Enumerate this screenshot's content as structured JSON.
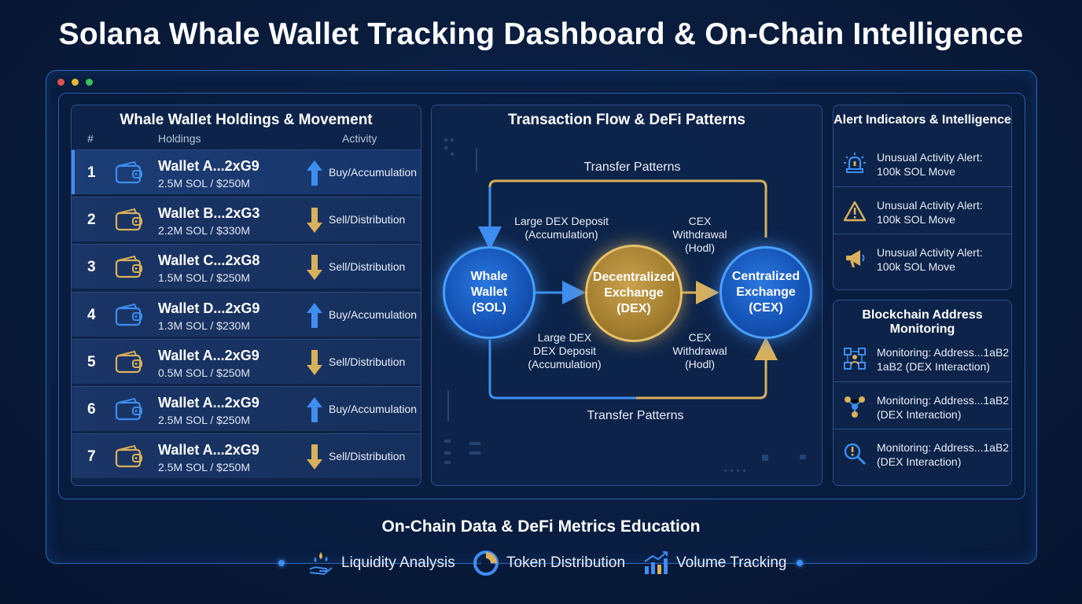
{
  "title": "Solana Whale Wallet Tracking Dashboard & On-Chain Intelligence",
  "colors": {
    "accent_blue": "#3e8ef0",
    "accent_gold": "#d9b15c",
    "window_dot_red": "#e0524e",
    "window_dot_yellow": "#e0b83a",
    "window_dot_green": "#36c25a"
  },
  "wallets": {
    "title": "Whale Wallet Holdings & Movement",
    "headers": {
      "rank": "#",
      "holdings": "Holdings",
      "activity": "Activity"
    },
    "rows": [
      {
        "rank": "1",
        "name": "Wallet A...2xG9",
        "amount": "2.5M SOL / $250M",
        "activity": "Buy/Accumulation",
        "direction": "up",
        "icon": "wallet-icon"
      },
      {
        "rank": "2",
        "name": "Wallet B...2xG3",
        "amount": "2.2M SOL / $330M",
        "activity": "Sell/Distribution",
        "direction": "down",
        "icon": "wallet-icon"
      },
      {
        "rank": "3",
        "name": "Wallet C...2xG8",
        "amount": "1.5M SOL / $250M",
        "activity": "Sell/Distribution",
        "direction": "down",
        "icon": "wallet-icon"
      },
      {
        "rank": "4",
        "name": "Wallet D...2xG9",
        "amount": "1.3M SOL / $230M",
        "activity": "Buy/Accumulation",
        "direction": "up",
        "icon": "wallet-icon"
      },
      {
        "rank": "5",
        "name": "Wallet A...2xG9",
        "amount": "0.5M SOL / $250M",
        "activity": "Sell/Distribution",
        "direction": "down",
        "icon": "wallet-icon"
      },
      {
        "rank": "6",
        "name": "Wallet A...2xG9",
        "amount": "2.5M SOL / $250M",
        "activity": "Buy/Accumulation",
        "direction": "up",
        "icon": "wallet-icon"
      },
      {
        "rank": "7",
        "name": "Wallet A...2xG9",
        "amount": "2.5M SOL / $250M",
        "activity": "Sell/Distribution",
        "direction": "down",
        "icon": "wallet-icon"
      }
    ]
  },
  "flow": {
    "title": "Transaction Flow & DeFi Patterns",
    "top_label": "Transfer Patterns",
    "bottom_label": "Transfer Patterns",
    "nodes": {
      "whale": [
        "Whale",
        "Wallet",
        "(SOL)"
      ],
      "dex": [
        "Decentralized",
        "Exchange",
        "(DEX)"
      ],
      "cex": [
        "Centralized",
        "Exchange",
        "(CEX)"
      ]
    },
    "labels": {
      "top_left": [
        "Large DEX Deposit",
        "(Accumulation)"
      ],
      "top_right": [
        "CEX",
        "Withdrawal",
        "(Hodl)"
      ],
      "bottom_left": [
        "Large DEX",
        "DEX Deposit",
        "(Accumulation)"
      ],
      "bottom_right": [
        "CEX",
        "Withdrawal",
        "(Hodl)"
      ]
    }
  },
  "alerts": {
    "title": "Alert Indicators & Intelligence",
    "items": [
      {
        "icon": "siren-icon",
        "line1": "Unusual Activity Alert:",
        "line2": "100k SOL Move"
      },
      {
        "icon": "warning-icon",
        "line1": "Unusual Activity Alert:",
        "line2": "100k SOL Move"
      },
      {
        "icon": "megaphone-icon",
        "line1": "Unusual Activity Alert:",
        "line2": "100k SOL Move"
      }
    ]
  },
  "monitoring": {
    "title": "Blockchain Address Monitoring",
    "items": [
      {
        "icon": "network-icon",
        "line1": "Monitoring: Address...1aB2",
        "line2": "1aB2 (DEX Interaction)"
      },
      {
        "icon": "nodes-icon",
        "line1": "Monitoring: Address...1aB2",
        "line2": "(DEX Interaction)"
      },
      {
        "icon": "search-alert-icon",
        "line1": "Monitoring: Address...1aB2",
        "line2": "(DEX Interaction)"
      }
    ]
  },
  "education": {
    "title": "On-Chain Data & DeFi Metrics Education",
    "items": [
      {
        "icon": "liquidity-icon",
        "label": "Liquidity Analysis"
      },
      {
        "icon": "pie-chart-icon",
        "label": "Token Distribution"
      },
      {
        "icon": "bar-chart-icon",
        "label": "Volume Tracking"
      }
    ]
  }
}
